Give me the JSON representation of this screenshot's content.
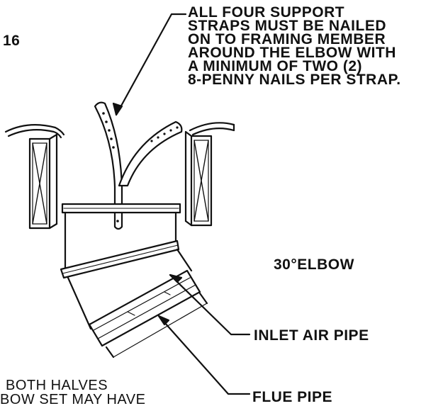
{
  "figure_number": "16",
  "strap_note": {
    "lines": [
      "ALL FOUR SUPPORT",
      "STRAPS MUST BE NAILED",
      "ON TO FRAMING MEMBER",
      "AROUND THE ELBOW WITH",
      "A MINIMUM OF TWO (2)",
      "8-PENNY NAILS PER STRAP."
    ]
  },
  "elbow_label": "30°ELBOW",
  "inlet_label": "INLET AIR PIPE",
  "flue_label": "FLUE PIPE",
  "bottom_note": {
    "lines": [
      "BOTH HALVES",
      "BOW SET MAY HAVE"
    ]
  },
  "colors": {
    "ink": "#111111",
    "background": "#ffffff"
  }
}
